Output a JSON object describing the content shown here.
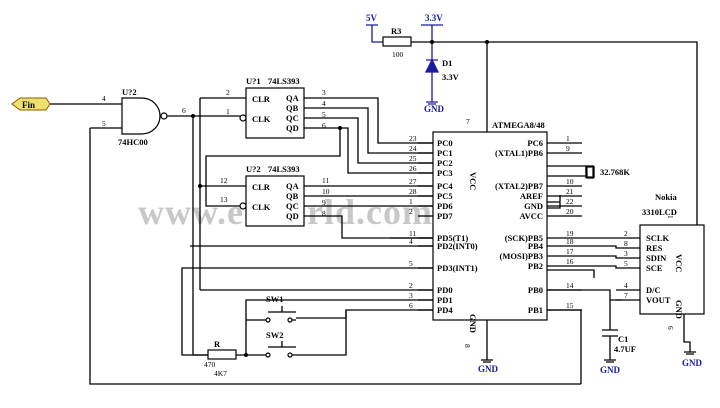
{
  "watermark": "www.eeworld.com.cn",
  "power": {
    "v5": "5V",
    "v33": "3.3V",
    "r3": "R3",
    "r3_val": "100",
    "d1": "D1",
    "d1_val": "3.3V",
    "gnd": "GND"
  },
  "input": {
    "label": "Fin"
  },
  "u2": {
    "ref": "U?2",
    "part": "74HC00",
    "pins": [
      "4",
      "5",
      "6"
    ]
  },
  "u1a": {
    "ref": "U?1",
    "part": "74LS393",
    "clr": "CLR",
    "clk": "CLK",
    "outs": [
      "QA",
      "QB",
      "QC",
      "QD"
    ],
    "pins": [
      "2",
      "1",
      "3",
      "4",
      "5",
      "6"
    ]
  },
  "u1b": {
    "ref": "U?2",
    "part": "74LS393",
    "clr": "CLR",
    "clk": "CLK",
    "outs": [
      "QA",
      "QB",
      "QC",
      "QD"
    ],
    "pins": [
      "12",
      "13",
      "11",
      "10",
      "9",
      "8"
    ]
  },
  "mcu": {
    "name": "ATMEGA8/48",
    "vcc": "VCC",
    "gnd": "GND",
    "vcc_pin": "7",
    "gnd_pin": "8",
    "left": [
      {
        "pin": "23",
        "name": "PC0"
      },
      {
        "pin": "24",
        "name": "PC1"
      },
      {
        "pin": "25",
        "name": "PC2"
      },
      {
        "pin": "26",
        "name": "PC3"
      },
      {
        "pin": "27",
        "name": "PC4"
      },
      {
        "pin": "28",
        "name": "PC5"
      },
      {
        "pin": "1",
        "name": "PD6"
      },
      {
        "pin": "2",
        "name": "PD7"
      },
      {
        "pin": "11",
        "name": "PD5(T1)"
      },
      {
        "pin": "4",
        "name": "PD2(INT0)"
      },
      {
        "pin": "5",
        "name": "PD3(INT1)"
      },
      {
        "pin": "2",
        "name": "PD0"
      },
      {
        "pin": "3",
        "name": "PD1"
      },
      {
        "pin": "6",
        "name": "PD4"
      }
    ],
    "right": [
      {
        "pin": "1",
        "name": "PC6"
      },
      {
        "pin": "9",
        "name": "(XTAL1)PB6"
      },
      {
        "pin": "10",
        "name": "(XTAL2)PB7"
      },
      {
        "pin": "21",
        "name": "AREF"
      },
      {
        "pin": "22",
        "name": "GND"
      },
      {
        "pin": "20",
        "name": "AVCC"
      },
      {
        "pin": "19",
        "name": "(SCK)PB5"
      },
      {
        "pin": "18",
        "name": "PB4"
      },
      {
        "pin": "17",
        "name": "(MOSI)PB3"
      },
      {
        "pin": "16",
        "name": "PB2"
      },
      {
        "pin": "14",
        "name": "PB0"
      },
      {
        "pin": "15",
        "name": "PB1"
      }
    ]
  },
  "crystal": {
    "label": "32.768K"
  },
  "lcd": {
    "brand": "Nokia",
    "model": "3310LCD",
    "vcc": "VCC",
    "gnd": "GND",
    "vcc_pin": "1",
    "gnd_pin": "6",
    "pins": [
      {
        "pin": "2",
        "name": "SCLK"
      },
      {
        "pin": "8",
        "name": "RES"
      },
      {
        "pin": "3",
        "name": "SDIN"
      },
      {
        "pin": "5",
        "name": "SCE"
      },
      {
        "pin": "4",
        "name": "D/C"
      },
      {
        "pin": "7",
        "name": "VOUT"
      }
    ]
  },
  "sw1": "SW1",
  "sw2": "SW2",
  "r": {
    "ref": "R",
    "val1": "470",
    "val2": "4K7"
  },
  "c1": {
    "ref": "C1",
    "val": "4.7UF"
  }
}
